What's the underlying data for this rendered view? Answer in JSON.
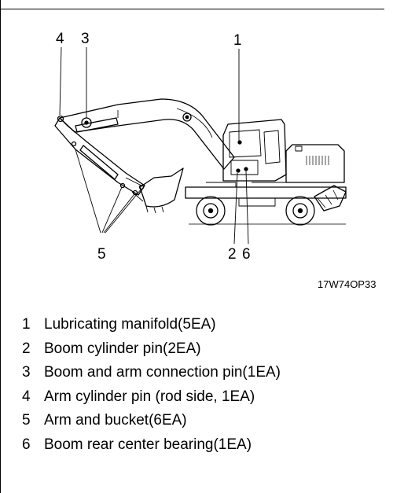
{
  "figure": {
    "code": "17W74OP33",
    "callouts": [
      "1",
      "2",
      "3",
      "4",
      "5",
      "6"
    ]
  },
  "legend": [
    {
      "num": "1",
      "text": "Lubricating manifold(5EA)"
    },
    {
      "num": "2",
      "text": "Boom cylinder pin(2EA)"
    },
    {
      "num": "3",
      "text": "Boom and arm connection pin(1EA)"
    },
    {
      "num": "4",
      "text": "Arm cylinder pin (rod side, 1EA)"
    },
    {
      "num": "5",
      "text": "Arm and bucket(6EA)"
    },
    {
      "num": "6",
      "text": "Boom rear center bearing(1EA)"
    }
  ]
}
